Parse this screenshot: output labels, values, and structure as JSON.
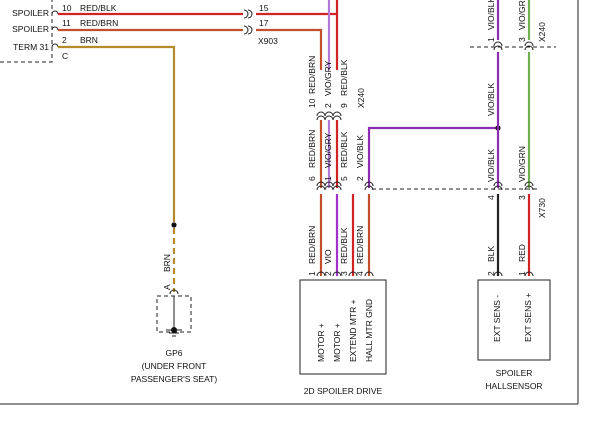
{
  "colors": {
    "red_blk_outer": "#d22222",
    "red_blk_inner": "#222222",
    "red_brn": "#c0502a",
    "brn": "#b58a2a",
    "vio": "#a032c8",
    "vio_gry": "#b278d6",
    "vio_blk": "#8c2cb0",
    "vio_grn": "#6fb050",
    "blk": "#222222",
    "red": "#d42222"
  },
  "top_left": {
    "rows": [
      {
        "label": "SPOILER",
        "pin": "10",
        "wire": "RED/BLK",
        "pin_right": "15"
      },
      {
        "label": "SPOILER",
        "pin": "11",
        "wire": "RED/BRN",
        "pin_right": "17"
      },
      {
        "label": "TERM 31",
        "pin": "2",
        "wire": "BRN",
        "pin_right": ""
      }
    ],
    "sub_label": "C",
    "connector": "X903"
  },
  "x240_top": {
    "wires": [
      {
        "pin": "10",
        "wire": "RED/BRN"
      },
      {
        "pin": "2",
        "wire": "VIO/GRY"
      },
      {
        "pin": "9",
        "wire": "RED/BLK"
      }
    ],
    "connector": "X240"
  },
  "right_top": {
    "wires": [
      {
        "pin": "1",
        "wire": "VIO/BLK"
      },
      {
        "pin": "3",
        "wire": "VIO/GRN"
      }
    ],
    "connector": "X240"
  },
  "mid_left": {
    "wires": [
      {
        "pin": "6",
        "wire": "RED/BRN"
      },
      {
        "pin": "1",
        "wire": "VIO/GRY"
      },
      {
        "pin": "5",
        "wire": "RED/BLK"
      },
      {
        "pin": "2",
        "wire": "VIO/BLK"
      }
    ]
  },
  "mid_right": {
    "wires": [
      {
        "pin": "4",
        "wire": "VIO/BLK"
      },
      {
        "pin": "3",
        "wire": "VIO/GRN"
      }
    ],
    "connector": "X730"
  },
  "vio_blk_junction_label": "VIO/BLK",
  "ground": {
    "wire": "BRN",
    "pin": "A",
    "name": "GP6",
    "location_line1": "(UNDER FRONT",
    "location_line2": "PASSENGER'S SEAT)"
  },
  "drive": {
    "wires": [
      {
        "pin": "1",
        "wire": "RED/BRN"
      },
      {
        "pin": "2",
        "wire": "VIO"
      },
      {
        "pin": "3",
        "wire": "RED/BLK"
      },
      {
        "pin": "4",
        "wire": "RED/BRN"
      }
    ],
    "terminals": [
      "MOTOR +",
      "MOTOR +",
      "EXTEND MTR +",
      "HALL MTR GND"
    ],
    "title": "2D SPOILER DRIVE"
  },
  "sensor": {
    "wires": [
      {
        "pin": "2",
        "wire": "BLK"
      },
      {
        "pin": "1",
        "wire": "RED"
      }
    ],
    "terminals": [
      "EXT SENS -",
      "EXT SENS +"
    ],
    "title_line1": "SPOILER",
    "title_line2": "HALLSENSOR"
  }
}
